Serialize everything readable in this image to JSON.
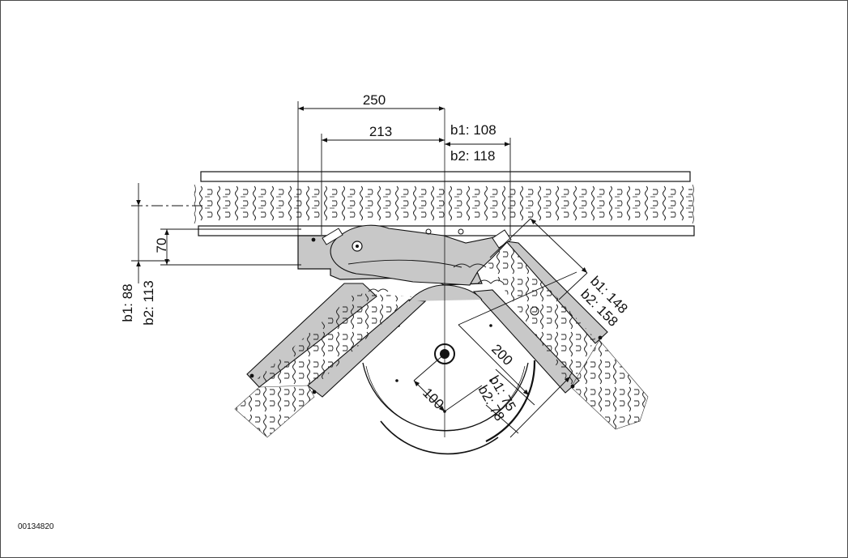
{
  "drawing_id": "00134820",
  "dimensions": {
    "width_250": "250",
    "width_213": "213",
    "b1_top": "b1: 108",
    "b2_top": "b2: 118",
    "height_70": "70",
    "b1_left": "b1: 88",
    "b2_left": "b2: 113",
    "b1_right": "b1: 148",
    "b2_right": "b2: 158",
    "dim_200": "200",
    "dim_100": "100",
    "b1_bottom": "b1: 75",
    "b2_bottom": "b2: 78"
  },
  "colors": {
    "line": "#111111",
    "fill_gray": "#c8c8c8",
    "fill_light": "#e0e0e0",
    "background": "#ffffff"
  }
}
